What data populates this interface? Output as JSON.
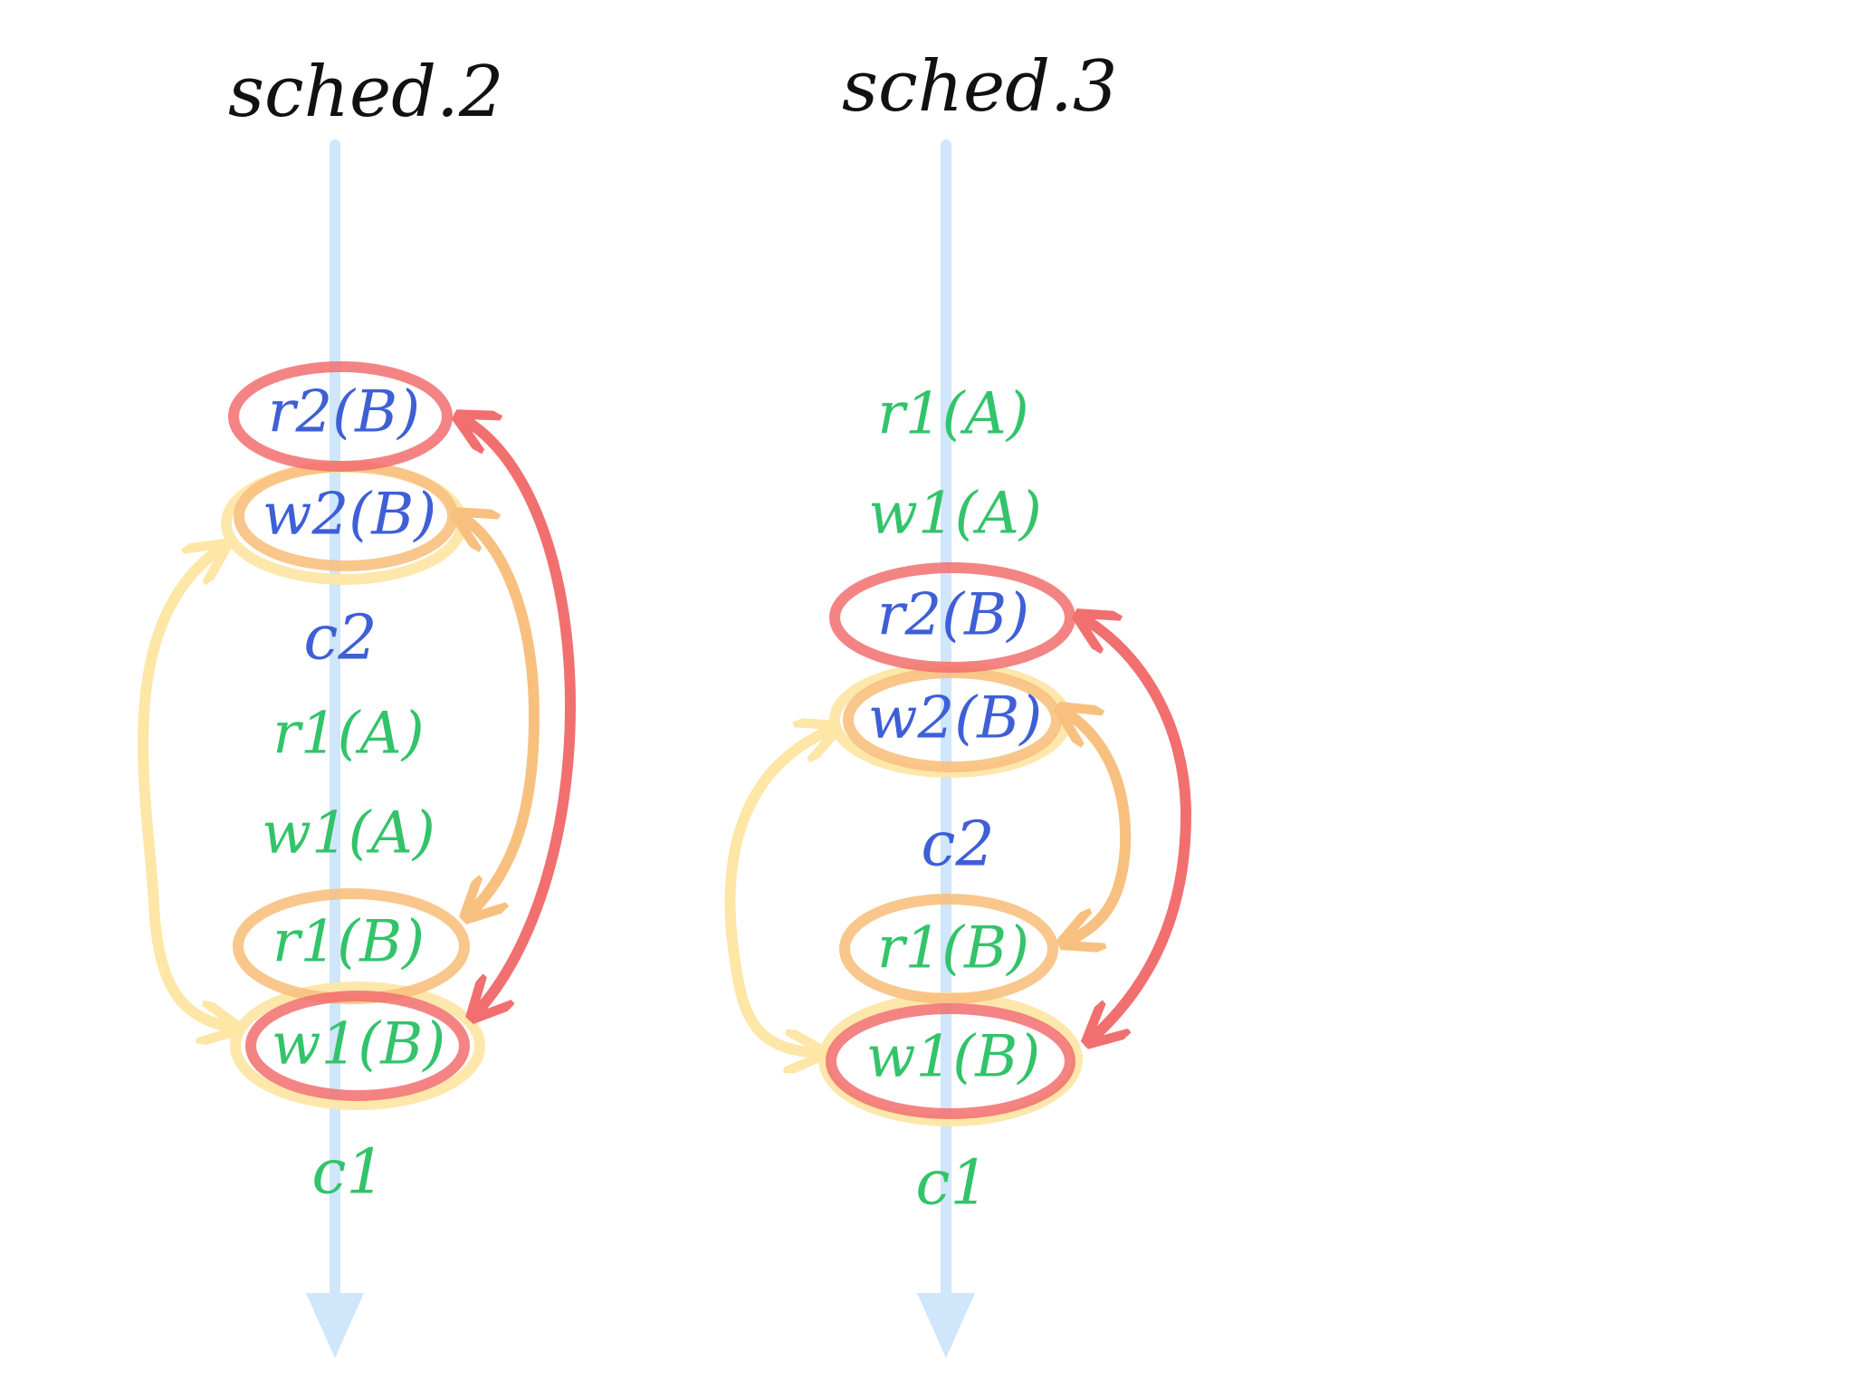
{
  "colors": {
    "timeline": "#cfe6fb",
    "txn1": "#33c36a",
    "txn2": "#3e5fd6",
    "red": "#f26f6f",
    "orange": "#f8c07f",
    "yellow": "#fde6a6"
  },
  "sched2": {
    "title": "sched.2",
    "ops": {
      "r2B": "r2(B)",
      "w2B": "w2(B)",
      "c2": "c2",
      "r1A": "r1(A)",
      "w1A": "w1(A)",
      "r1B": "r1(B)",
      "w1B": "w1(B)",
      "c1": "c1"
    }
  },
  "sched3": {
    "title": "sched.3",
    "ops": {
      "r1A": "r1(A)",
      "w1A": "w1(A)",
      "r2B": "r2(B)",
      "w2B": "w2(B)",
      "c2": "c2",
      "r1B": "r1(B)",
      "w1B": "w1(B)",
      "c1": "c1"
    }
  }
}
